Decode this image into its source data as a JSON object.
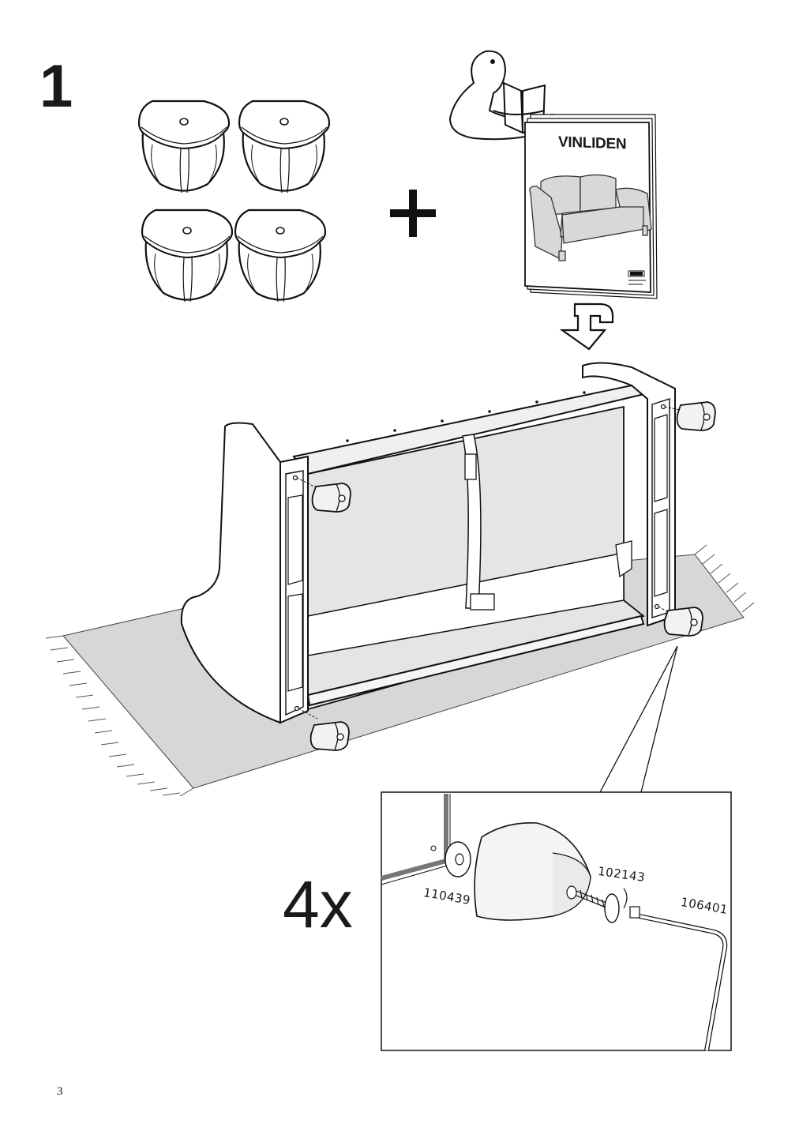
{
  "step": {
    "number": "1"
  },
  "manual": {
    "product_name": "VINLIDEN",
    "brand_logo": "IKEA"
  },
  "detail": {
    "quantity": "4x",
    "part_numbers": [
      "110439",
      "102143",
      "106401"
    ]
  },
  "footer": {
    "page_number": "3"
  },
  "icons": [
    "foot-icon",
    "plus-icon",
    "reading-person-icon",
    "turn-over-arrow-icon",
    "allen-key-icon"
  ]
}
